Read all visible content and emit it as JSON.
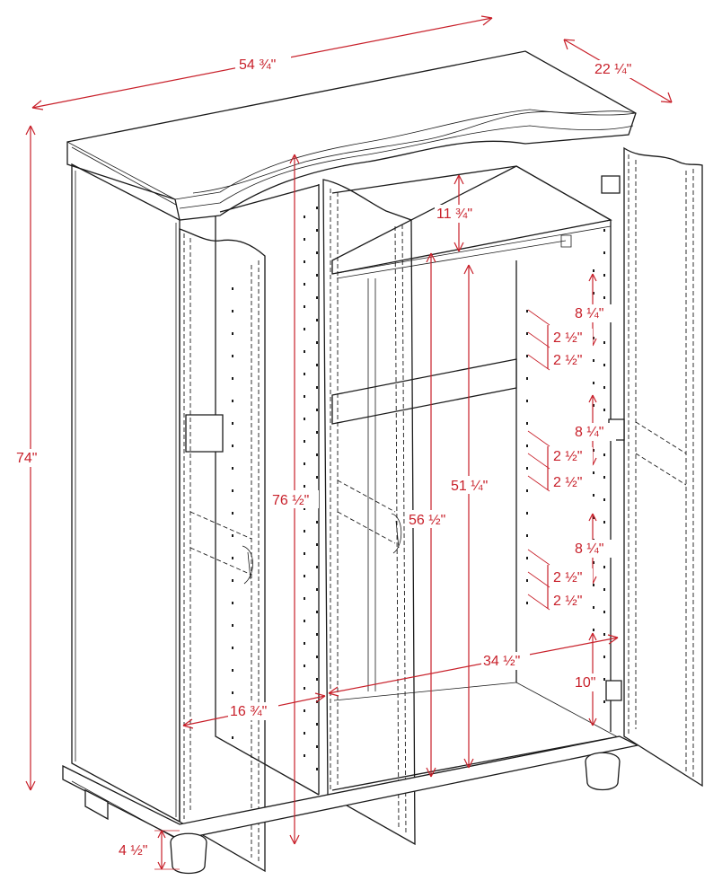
{
  "colors": {
    "dimension": "#c8202a",
    "line": "#1a1a1a",
    "background": "#ffffff"
  },
  "dimensions": {
    "width": "54 ¾\"",
    "depth": "22 ¼\"",
    "height": "74\"",
    "inner_height": "76 ½\"",
    "shelf_gap": "11 ¾\"",
    "hanging_height": "56 ½\"",
    "rod_height": "51 ¼\"",
    "interior_width": "34 ½\"",
    "door_width": "16 ¾\"",
    "foot_height": "4 ½\"",
    "shelf_step_1": "8 ¼\"",
    "shelf_step_2": "8 ¼\"",
    "shelf_step_3": "8 ¼\"",
    "hole_gap_1a": "2 ½\"",
    "hole_gap_1b": "2 ½\"",
    "hole_gap_2a": "2 ½\"",
    "hole_gap_2b": "2 ½\"",
    "hole_gap_3a": "2 ½\"",
    "hole_gap_3b": "2 ½\"",
    "bottom_clearance": "10\""
  }
}
